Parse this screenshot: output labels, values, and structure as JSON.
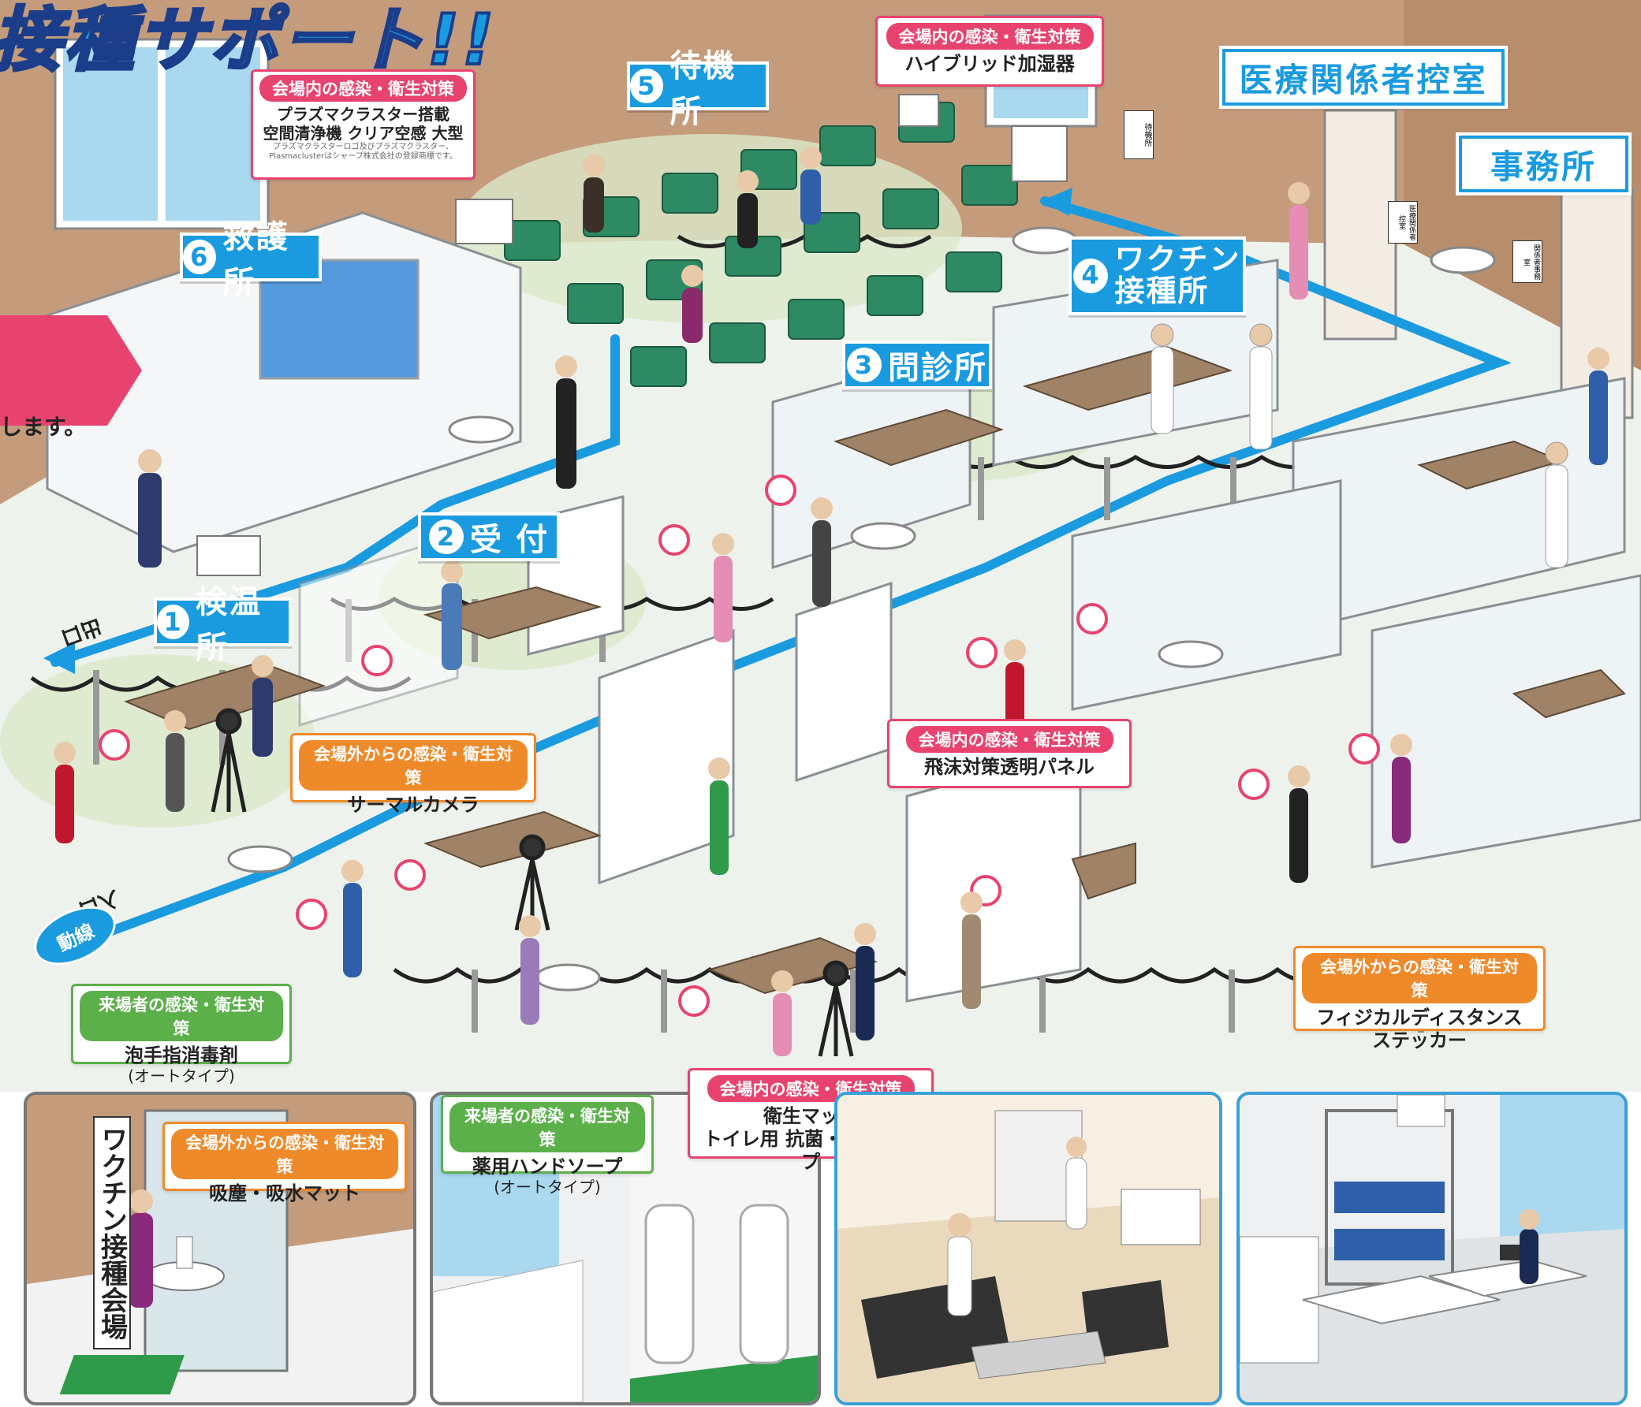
{
  "banner": {
    "title": "接種サポート!!",
    "notice_text": "します。"
  },
  "zones": [
    {
      "num": "1",
      "label": "検温所"
    },
    {
      "num": "2",
      "label": "受 付"
    },
    {
      "num": "3",
      "label": "問診所"
    },
    {
      "num": "4",
      "label": "ワクチン\n接種所"
    },
    {
      "num": "5",
      "label": "待機所"
    },
    {
      "num": "6",
      "label": "救護所"
    }
  ],
  "rooms": {
    "medical_staff": "医療関係者控室",
    "office": "事務所"
  },
  "flow": {
    "exit": "出口",
    "entrance": "入口",
    "route": "動線"
  },
  "small_signs": {
    "waiting": "待機所",
    "staff_room": "医療関係者控室",
    "office": "関係者事務室"
  },
  "categories": {
    "inside": "会場内の感染・衛生対策",
    "outside": "会場外からの感染・衛生対策",
    "visitor": "来場者の感染・衛生対策"
  },
  "callouts": {
    "humidifier": {
      "item": "ハイブリッド加湿器"
    },
    "purifier": {
      "item1": "プラズマクラスター搭載",
      "item2": "空間清浄機 クリア空感 大型",
      "fine1": "プラズマクラスターロゴ及びプラズマクラスター、",
      "fine2": "Plasmaclusterはシャープ株式会社の登録商標です。"
    },
    "thermal": {
      "item": "サーマルカメラ"
    },
    "splash_panel": {
      "item": "飛沫対策透明パネル"
    },
    "distance": {
      "item1": "フィジカルディスタンス",
      "item2": "ステッカー"
    },
    "sanitizer": {
      "item1": "泡手指消毒剤",
      "item2": "(オートタイプ)"
    },
    "dust_mat": {
      "item": "吸塵・吸水マット"
    },
    "hand_soap": {
      "item1": "薬用ハンドソープ",
      "item2": "(オートタイプ)"
    },
    "hygiene_mat": {
      "item1": "衛生マット",
      "item2": "トイレ用 抗菌・防臭タイプ"
    }
  },
  "entrance_sign": "ワクチン接種会場",
  "colors": {
    "accent_blue": "#1a9be0",
    "pink": "#e8436e",
    "orange": "#ef8a2b",
    "green": "#5bb04a",
    "wall": "#c49c7c",
    "floor": "#eef2ec",
    "chair_green": "#2e8a63"
  }
}
